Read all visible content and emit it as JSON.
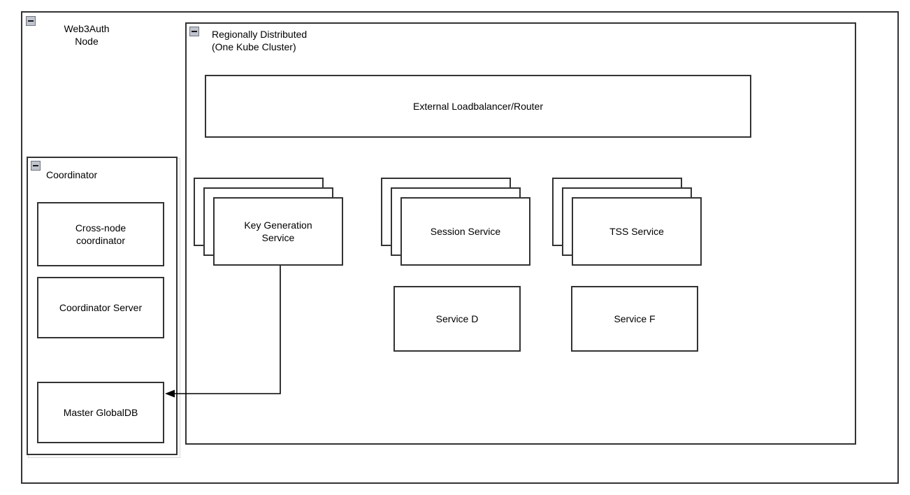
{
  "diagram": {
    "title": "Web3Auth Node Architecture",
    "stroke_color": "#333333",
    "background_color": "#ffffff",
    "collapse_icon_fill": "#c0c4cc"
  },
  "outer_node": {
    "label": "Web3Auth\nNode",
    "collapse_icon": "minus-icon"
  },
  "cluster": {
    "label": "Regionally Distributed\n(One Kube Cluster)",
    "collapse_icon": "minus-icon"
  },
  "coordinator": {
    "label": "Coordinator",
    "collapse_icon": "minus-icon",
    "children": [
      {
        "label": "Cross-node\ncoordinator"
      },
      {
        "label": "Coordinator Server"
      },
      {
        "label": "Master GlobalDB"
      }
    ]
  },
  "loadbalancer": {
    "label": "External Loadbalancer/Router"
  },
  "services": {
    "stacked": [
      {
        "label": "Key Generation\nService",
        "instances": 3
      },
      {
        "label": "Session Service",
        "instances": 3
      },
      {
        "label": "TSS Service",
        "instances": 3
      }
    ],
    "single": [
      {
        "label": "Service D"
      },
      {
        "label": "Service F"
      }
    ]
  },
  "connections": [
    {
      "from": "Key Generation Service",
      "to": "Master GlobalDB",
      "arrow": "single",
      "direction": "left"
    }
  ]
}
